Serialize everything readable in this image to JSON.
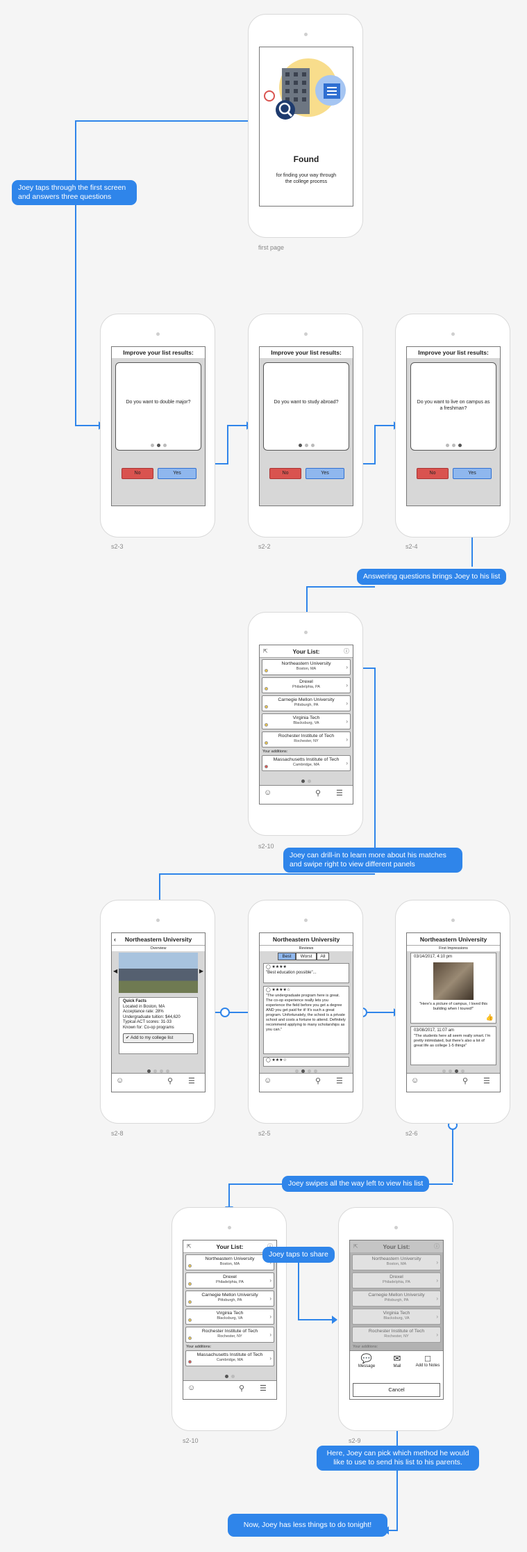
{
  "screens": {
    "first_page": {
      "label": "first page",
      "title": "Found",
      "subtitle": "for finding your way through the college process"
    },
    "s2_3": {
      "label": "s2-3",
      "title": "Improve your list results:",
      "question": "Do you want to double major?",
      "no": "No",
      "yes": "Yes"
    },
    "s2_2": {
      "label": "s2-2",
      "title": "Improve your list results:",
      "question": "Do you want to study abroad?",
      "no": "No",
      "yes": "Yes"
    },
    "s2_4": {
      "label": "s2-4",
      "title": "Improve your list results:",
      "question": "Do you want to live on campus as a freshman?",
      "no": "No",
      "yes": "Yes"
    },
    "s2_10": {
      "label": "s2-10",
      "title": "Your List:",
      "additions_label": "Your additions:"
    },
    "s2_8": {
      "label": "s2-8",
      "title": "Northeastern University",
      "section": "Overview",
      "facts_title": "Quick Facts",
      "facts": [
        "Located in Boston, MA",
        "Acceptance rate: 28%",
        "Undergraduate tuition: $44,620",
        "Typical ACT scores: 31-33",
        "Known for: Co-op programs"
      ],
      "add_button": "Add to my college list"
    },
    "s2_5": {
      "label": "s2-5",
      "title": "Northeastern University",
      "section": "Reviews",
      "tabs": [
        "Best",
        "Worst",
        "All"
      ],
      "review1": "\"Best education possible\"...",
      "review2": "\"The undergraduate program here is great. The co-op experience really lets you experience the field before you get a degree AND you get paid for it! It's such a great program. Unfortunately, the school is a private school and costs a fortune to attend. Definitely recommend applying to many scholarships as you can.\""
    },
    "s2_6": {
      "label": "s2-6",
      "title": "Northeastern University",
      "section": "First Impressions",
      "date1": "03/14/2017, 4:10 pm",
      "caption1": "\"Here's a picture of campus, I loved this building when I toured!\"",
      "date2": "03/08/2017, 11:07 am",
      "caption2": "\"The students here all seem really smart. I'm pretty intimidated, but there's also a lot of great life as college 1-5 things\""
    },
    "s2_10b": {
      "label": "s2-10",
      "title": "Your List:",
      "additions_label": "Your additions:"
    },
    "s2_9": {
      "label": "s2-9",
      "title": "Your List:",
      "share_options": [
        "Message",
        "Mail",
        "Add to Notes"
      ],
      "cancel": "Cancel"
    }
  },
  "colleges": [
    {
      "name": "Northeastern University",
      "loc": "Boston, MA",
      "dot": "#e9c44a"
    },
    {
      "name": "Drexel",
      "loc": "Philadelphia, PA",
      "dot": "#e9c44a"
    },
    {
      "name": "Carnegie Mellon University",
      "loc": "Pittsburgh, PA",
      "dot": "#e9c44a"
    },
    {
      "name": "Virginia Tech",
      "loc": "Blacksburg, VA",
      "dot": "#e9c44a"
    },
    {
      "name": "Rochester Institute of Tech",
      "loc": "Rochester, NY",
      "dot": "#e9c44a"
    }
  ],
  "addition": {
    "name": "Massachusetts Institute of Tech",
    "loc": "Cambridge, MA",
    "dot": "#d9534f"
  },
  "callouts": {
    "c1": "Joey taps through the first screen and answers three questions",
    "c2": "Answering questions brings Joey to his list",
    "c3": "Joey can drill-in to learn more about his matches and swipe right to view different panels",
    "c4": "Joey swipes all the way left to view his list",
    "c5": "Joey taps to share",
    "c6": "Here, Joey can pick which method he would like to use to send his list to his parents.",
    "c7": "Now, Joey has less things to do tonight!"
  },
  "colors": {
    "accent": "#2f85ea",
    "no": "#d9534f",
    "yes": "#8fb7ee"
  }
}
